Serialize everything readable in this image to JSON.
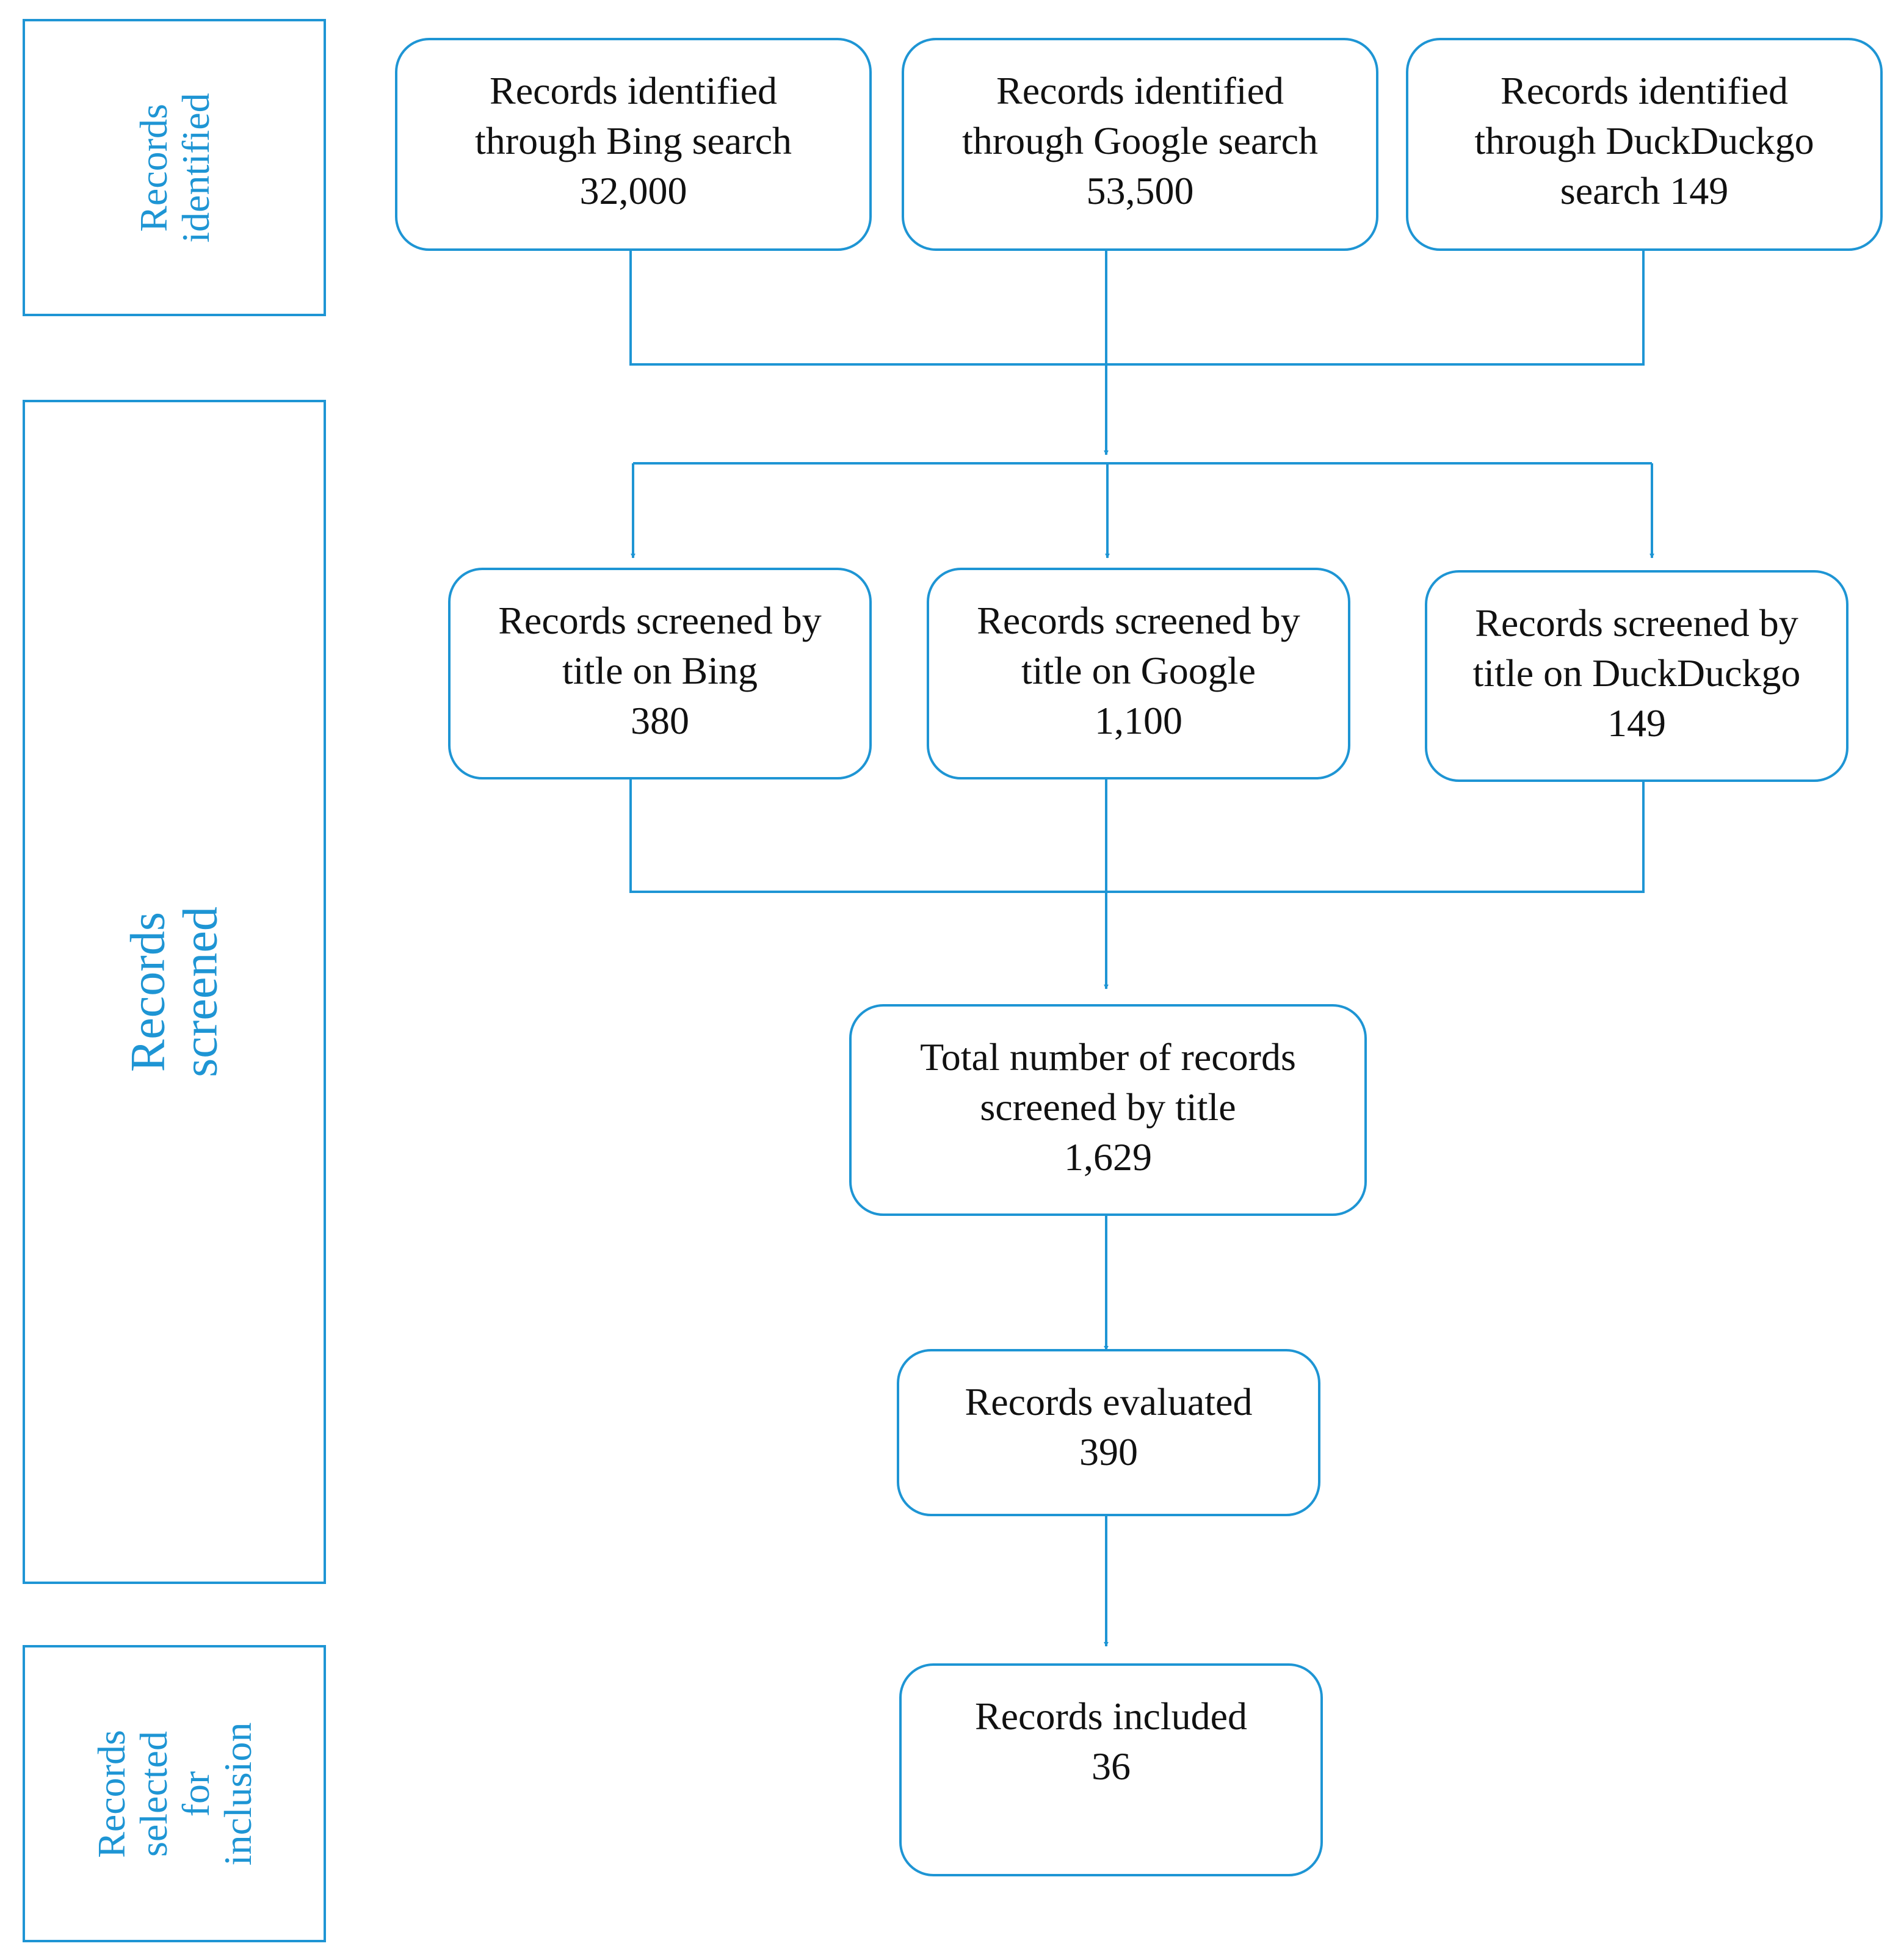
{
  "colors": {
    "accent": "#1e95d4",
    "text": "#111111",
    "background": "#ffffff"
  },
  "stages": {
    "identified": "Records\nidentified",
    "screened": "Records screened",
    "selected": "Records\nselected for\ninclusion"
  },
  "nodes": {
    "bing_identified": "Records identified\nthrough Bing search\n32,000",
    "google_identified": "Records identified\nthrough Google search\n53,500",
    "duck_identified": "Records identified\nthrough DuckDuckgo\nsearch 149",
    "bing_screened": "Records screened by\ntitle on Bing\n380",
    "google_screened": "Records screened by\ntitle on Google\n1,100",
    "duck_screened": "Records screened by\ntitle on DuckDuckgo\n149",
    "total_screened": "Total number of records\nscreened by title\n1,629",
    "evaluated": "Records evaluated\n390",
    "included": "Records included\n36"
  }
}
